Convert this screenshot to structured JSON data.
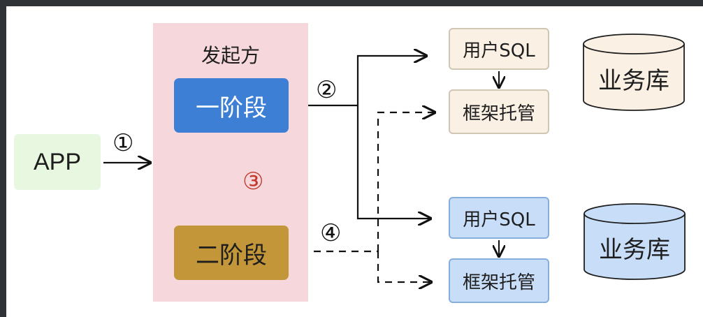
{
  "app": {
    "label": "APP"
  },
  "initiator": {
    "title": "发起方",
    "phase1": "一阶段",
    "phase2": "二阶段"
  },
  "steps": {
    "s1": "①",
    "s2": "②",
    "s3": "③",
    "s4": "④"
  },
  "top_group": {
    "user_sql": "用户SQL",
    "framework": "框架托管",
    "db": "业务库"
  },
  "bottom_group": {
    "user_sql": "用户SQL",
    "framework": "框架托管",
    "db": "业务库"
  },
  "colors": {
    "app_bg": "#e8f7df",
    "initiator_bg": "#f6d8dc",
    "phase1_bg": "#3d7fd4",
    "phase2_bg": "#c4963a",
    "top_bg": "#faf0e3",
    "bottom_bg": "#c7ddf8",
    "step3_color": "#c0392b"
  }
}
